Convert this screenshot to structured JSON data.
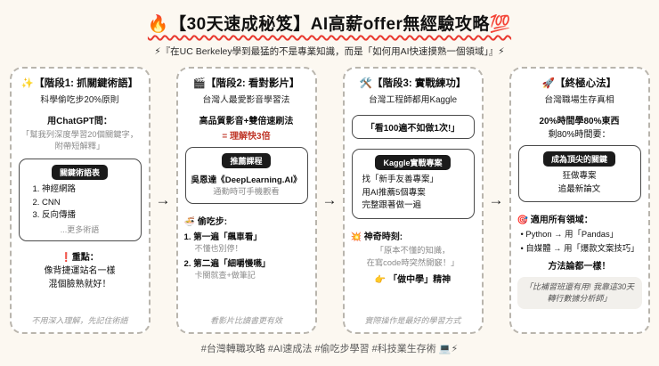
{
  "header": {
    "title": "🔥【30天速成秘笈】AI高薪offer無經驗攻略💯",
    "subtitle": "⚡『在UC Berkeley學到最猛的不是專業知識，而是「如何用AI快速摸熟一個領域」』⚡"
  },
  "arrow": "→",
  "cards": [
    {
      "title": "✨【階段1: 抓關鍵術語】",
      "subtitle": "科學偷吃步20%原則",
      "prompt_label": "用ChatGPT問：",
      "prompt_quote_line1": "「幫我列深度學習20個關鍵字，",
      "prompt_quote_line2": "附帶短解釋」",
      "box": {
        "badge": "關鍵術語表",
        "items": [
          "1. 神經網路",
          "2. CNN",
          "3. 反向傳播"
        ],
        "more": "...更多術語"
      },
      "point_label": "❗重點：",
      "point_line1": "像背捷運站名一樣",
      "point_line2": "混個臉熟就好！",
      "footer": "不用深入理解，先記住術語"
    },
    {
      "title": "🎬【階段2: 看對影片】",
      "subtitle": "台灣人最愛影音學習法",
      "method": "高品質影音+雙倍速刷法",
      "result": "= 理解快3倍",
      "box": {
        "badge": "推薦課程",
        "name": "吳恩達《DeepLearning.AI》",
        "note": "通勤時可手機觀看"
      },
      "tips_label": "🍜 偷吃步:",
      "tips": [
        {
          "main": "1. 第一遍「飆車看」",
          "sub": "不懂也別停！"
        },
        {
          "main": "2. 第二遍「細嚼慢嚥」",
          "sub": "卡關就查+做筆記"
        }
      ],
      "footer": "看影片比讀書更有效"
    },
    {
      "title": "🛠️【階段3: 實戰練功】",
      "subtitle": "台灣工程師都用Kaggle",
      "quote_box": "「看100遍不如做1次!」",
      "box": {
        "badge": "Kaggle實戰專案",
        "items": [
          "找「新手友善專案」",
          "用AI推薦5個專案",
          "完整跟著做一遍"
        ]
      },
      "magic_label": "💥 神奇時刻:",
      "magic_quote_line1": "「原本不懂的知識，",
      "magic_quote_line2": "在寫code時突然開竅！」",
      "spirit": "👉 「做中學」精神",
      "footer": "實際操作是最好的學習方式"
    },
    {
      "title": "🚀【終極心法】",
      "subtitle": "台灣職場生存真相",
      "stat_line1": "20%時間學80%東西",
      "stat_line2": "剩80%時間要：",
      "box": {
        "badge": "成為頂尖的關鍵",
        "items": [
          "狂做專案",
          "追最新論文"
        ]
      },
      "domains_label": "🎯 適用所有領域：",
      "domains": [
        "• Python → 用「Pandas」",
        "• 自媒體 → 用「爆款文案技巧」"
      ],
      "conclusion": "方法論都一樣！",
      "testimonial": "「比補習班還有用! 我靠這30天轉行數據分析師」"
    }
  ],
  "footer": {
    "hashtags": "#台灣轉職攻略 #AI速成法 #偷吃步學習 #科技業生存術 💻⚡"
  }
}
